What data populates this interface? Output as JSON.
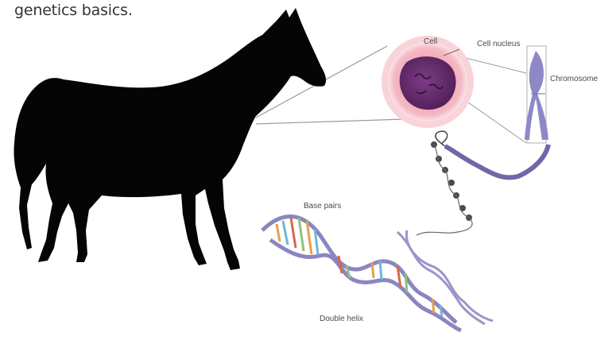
{
  "caption": "genetics basics.",
  "labels": {
    "cell": "Cell",
    "nucleus": "Cell nucleus",
    "chromosome": "Chromosome",
    "base_pairs": "Base pairs",
    "double_helix": "Double helix"
  },
  "colors": {
    "horse": "#050505",
    "cell": "#f1a7b4",
    "cell_glow": "#f7ccd4",
    "nucleus": "#6b2e73",
    "chromosome": "#8e88c6",
    "dna_backbone": "#9b96c9",
    "base_pair_colors": [
      "#e4a04a",
      "#6fb6d6",
      "#d9664f",
      "#8fc27a"
    ]
  },
  "icons": [
    "horse-silhouette",
    "cell-icon",
    "chromosome-icon",
    "dna-helix-icon"
  ]
}
